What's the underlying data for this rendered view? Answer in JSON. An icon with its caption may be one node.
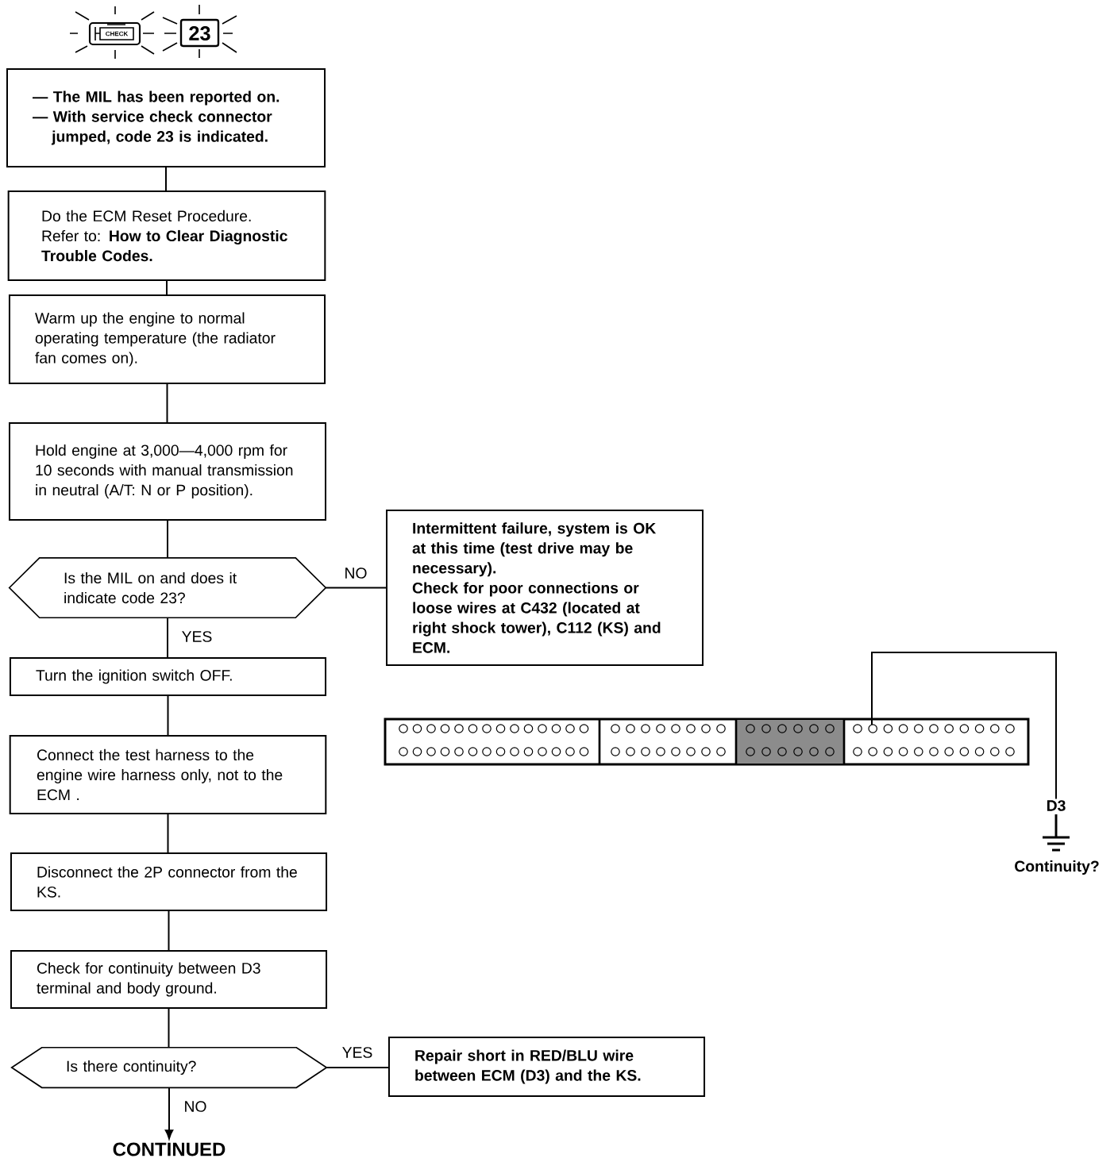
{
  "diagram": {
    "nodes": [
      {
        "text": [
          "— The MIL has been reported on.",
          "— With service check connector jumped, code 23 is indicated."
        ]
      },
      {
        "text": [
          "Do the ECM Reset Procedure.",
          "Refer to: **How to Clear Diagnostic Trouble Codes.**"
        ]
      },
      {
        "text": [
          "Warm up the engine to normal operating temperature (the radiator fan comes on)."
        ]
      },
      {
        "text": [
          "Hold engine at 3,000—4,000 rpm for 10 seconds with manual transmission in neutral (A/T: N or P position)."
        ]
      },
      {
        "text": [
          "Is the MIL on and does it indicate code 23?"
        ]
      },
      {
        "text": [
          "Intermittent failure, system is OK at this time (test drive may be necessary).",
          "Check for poor connections or loose wires at C432 (located at right shock tower), C112 (KS) and ECM."
        ]
      },
      {
        "text": [
          "Turn the ignition switch OFF."
        ]
      },
      {
        "text": [
          "Connect the test harness to the engine wire harness only, not to the ECM ."
        ]
      },
      {
        "text": [
          "Disconnect the 2P connector from the KS."
        ]
      },
      {
        "text": [
          "Check for continuity between D3 terminal and body ground."
        ]
      },
      {
        "text": [
          "Is there continuity?"
        ]
      },
      {
        "text": [
          "Repair short in RED/BLU wire between ECM (D3) and the KS."
        ]
      },
      {
        "text": [
          "CONTINUED"
        ]
      },
      {
        "text": [],
        "shape": "box"
      },
      {
        "text": [
          "D3"
        ]
      }
    ],
    "edges": [
      {
        "from": 0,
        "to": 1,
        "arrow": "none"
      },
      {
        "from": 1,
        "to": 2,
        "arrow": "none"
      },
      {
        "from": 2,
        "to": 3,
        "arrow": "none"
      },
      {
        "from": 3,
        "to": 4,
        "arrow": "none"
      },
      {
        "from": 4,
        "to": 5,
        "arrow": "none",
        "label": "NO"
      },
      {
        "from": 4,
        "to": 6,
        "arrow": "none",
        "label": "YES"
      },
      {
        "from": 6,
        "to": 7,
        "arrow": "none"
      },
      {
        "from": 7,
        "to": 8,
        "arrow": "none"
      },
      {
        "from": 8,
        "to": 9,
        "arrow": "none"
      },
      {
        "from": 9,
        "to": 10,
        "arrow": "none"
      },
      {
        "from": 10,
        "to": 11,
        "arrow": "none",
        "label": "YES"
      },
      {
        "from": 10,
        "to": 12,
        "arrow": "to",
        "label": "NO"
      },
      {
        "from": 13,
        "to": 14,
        "arrow": "none"
      }
    ],
    "labels": [
      "CHECK",
      "23",
      "Continuity?"
    ]
  }
}
